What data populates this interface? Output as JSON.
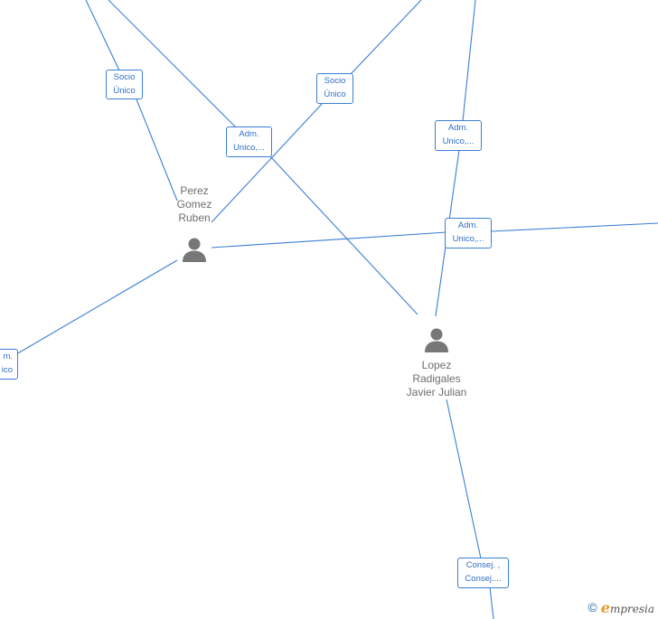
{
  "persons": [
    {
      "id": "perez",
      "lines": [
        "Perez",
        "Gomez",
        "Ruben"
      ]
    },
    {
      "id": "lopez",
      "lines": [
        "Lopez",
        "Radigales",
        "Javier Julian"
      ]
    }
  ],
  "relations": [
    {
      "id": "socio-1",
      "lines": [
        "Socio",
        "Único"
      ]
    },
    {
      "id": "socio-2",
      "lines": [
        "Socio",
        "Único"
      ]
    },
    {
      "id": "adm-1",
      "lines": [
        "Adm.",
        "Unico,..."
      ]
    },
    {
      "id": "adm-2",
      "lines": [
        "Adm.",
        "Unico,..."
      ]
    },
    {
      "id": "adm-3",
      "lines": [
        "Adm.",
        "Unico,..."
      ]
    },
    {
      "id": "adm-left",
      "lines": [
        "m.",
        "ico"
      ]
    },
    {
      "id": "consej",
      "lines": [
        "Consej. ,",
        "Consej...."
      ]
    }
  ],
  "footer": {
    "copyright": "©",
    "brand_initial": "e",
    "brand_rest": "mpresia"
  },
  "colors": {
    "edge": "#3a7fd5",
    "label": "#2f6fc9",
    "person_icon": "#777777"
  }
}
